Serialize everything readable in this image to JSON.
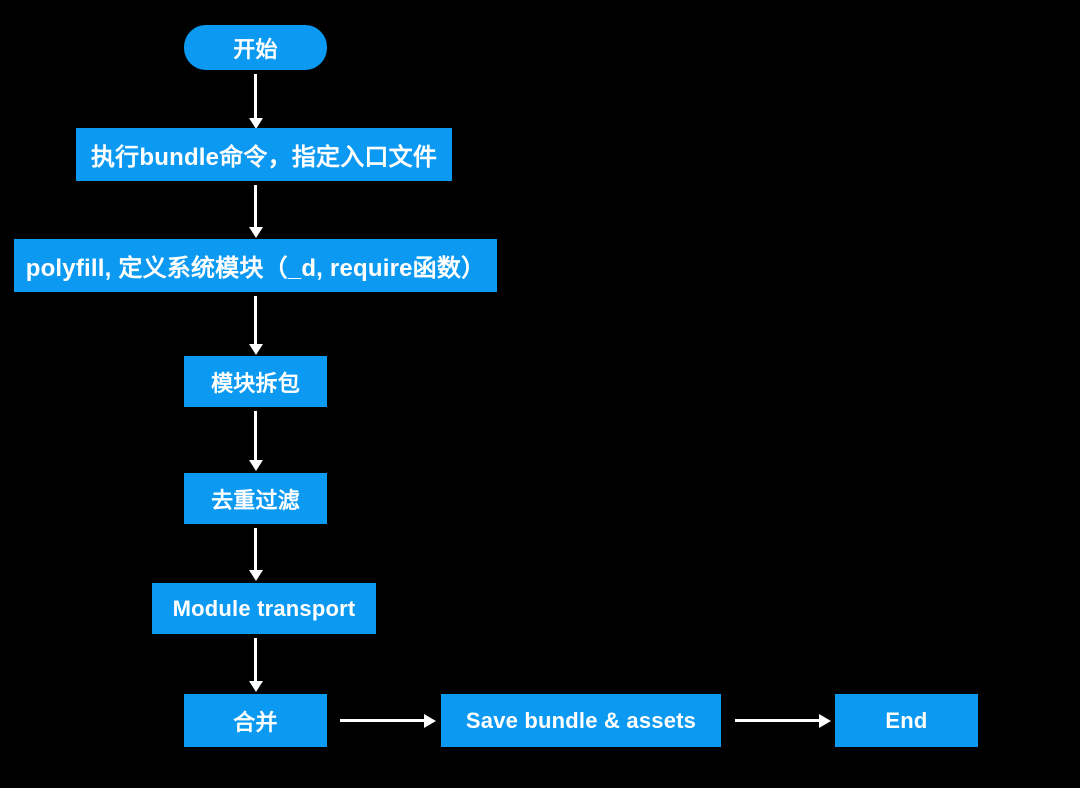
{
  "diagram": {
    "title": "bundle build process flowchart",
    "background_color": "#000000",
    "node_color": "#0b99f2",
    "text_color": "#ffffff",
    "arrow_color": "#ffffff",
    "nodes": [
      {
        "id": "start",
        "label": "开始",
        "shape": "rounded-rectangle"
      },
      {
        "id": "bundle_cmd",
        "label": "执行bundle命令，指定入口文件",
        "shape": "rectangle"
      },
      {
        "id": "polyfill",
        "label": "polyfill, 定义系统模块（_d, require函数）",
        "shape": "rectangle"
      },
      {
        "id": "split",
        "label": "模块拆包",
        "shape": "rectangle"
      },
      {
        "id": "dedupe",
        "label": "去重过滤",
        "shape": "rectangle"
      },
      {
        "id": "transport",
        "label": "Module transport",
        "shape": "rectangle"
      },
      {
        "id": "merge",
        "label": "合并",
        "shape": "rectangle"
      },
      {
        "id": "save",
        "label": "Save bundle & assets",
        "shape": "rectangle"
      },
      {
        "id": "end",
        "label": "End",
        "shape": "rectangle"
      }
    ],
    "edges": [
      {
        "from": "start",
        "to": "bundle_cmd",
        "direction": "down"
      },
      {
        "from": "bundle_cmd",
        "to": "polyfill",
        "direction": "down"
      },
      {
        "from": "polyfill",
        "to": "split",
        "direction": "down"
      },
      {
        "from": "split",
        "to": "dedupe",
        "direction": "down"
      },
      {
        "from": "dedupe",
        "to": "transport",
        "direction": "down"
      },
      {
        "from": "transport",
        "to": "merge",
        "direction": "down"
      },
      {
        "from": "merge",
        "to": "save",
        "direction": "right"
      },
      {
        "from": "save",
        "to": "end",
        "direction": "right"
      }
    ]
  }
}
